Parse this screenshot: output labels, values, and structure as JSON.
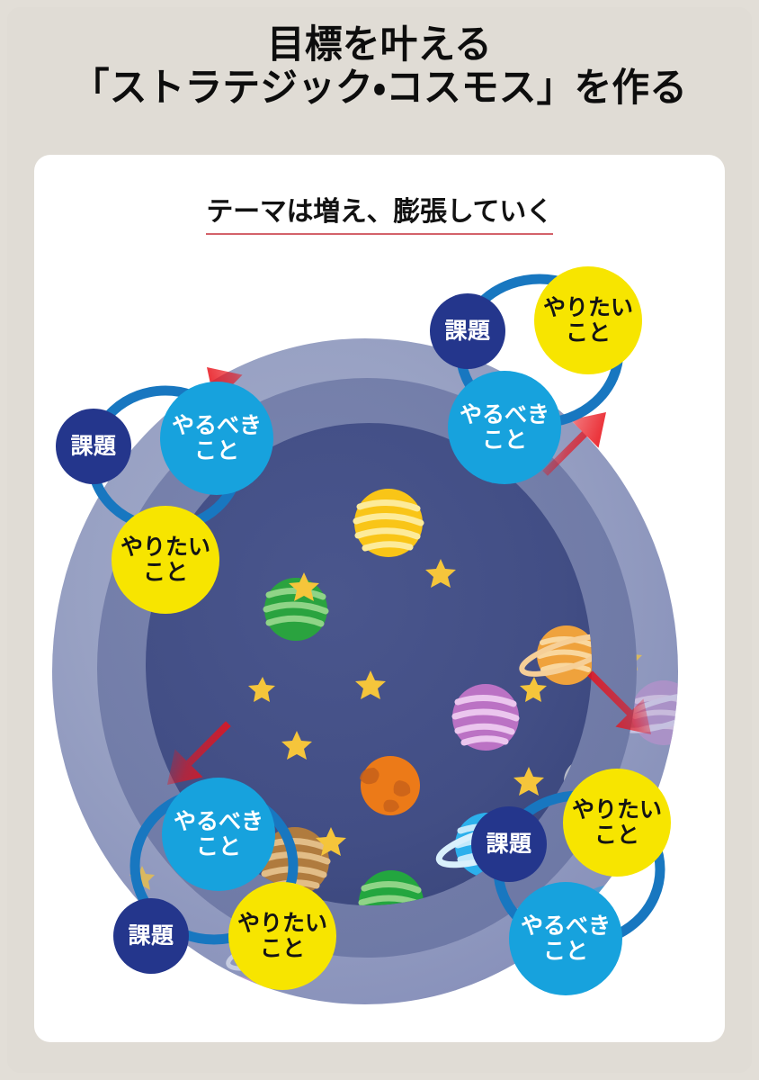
{
  "page": {
    "title_line1": "目標を叶える",
    "title_line2": "「ストラテジック・コスモス」を作る",
    "subtitle": "テーマは増え、膨張していく"
  },
  "labels": {
    "kadai": "課題",
    "yaritai_l1": "やりたい",
    "yaritai_l2": "こと",
    "yarubeki_l1": "やるべき",
    "yarubeki_l2": "こと"
  },
  "colors": {
    "frame": "#e0dcd5",
    "card": "#ffffff",
    "underline_red": "#d4626a",
    "cosmos_outer_ring": "#9aa3c5",
    "cosmos_mid_ring": "#7680ab",
    "cosmos_inner": "#434f85",
    "bubble_kadai": "#24368c",
    "bubble_yaritai": "#f7e500",
    "bubble_yarubeki": "#17a2dd",
    "ring_stroke": "#1877c0",
    "arrow_red": "#e8121a",
    "star": "#f6c game",
    "star_yellow": "#f5c53b"
  },
  "clusters": [
    {
      "id": "cluster-top-left",
      "position": "upper-left",
      "members": [
        "課題",
        "やるべきこと",
        "やりたいこと"
      ],
      "arrow_direction": "up-left"
    },
    {
      "id": "cluster-top-right",
      "position": "upper-right",
      "members": [
        "課題",
        "やりたいこと",
        "やるべきこと"
      ],
      "arrow_direction": "up-right"
    },
    {
      "id": "cluster-bottom-left",
      "position": "lower-left",
      "members": [
        "やるべきこと",
        "課題",
        "やりたいこと"
      ],
      "arrow_direction": "down-left"
    },
    {
      "id": "cluster-bottom-right",
      "position": "lower-right",
      "members": [
        "課題",
        "やりたいこと",
        "やるべきこと"
      ],
      "arrow_direction": "down-right"
    }
  ],
  "cosmos": {
    "description": "同心円状の宇宙。外側の淡いリングと内側の濃紺の円の中に惑星と星が散りばめられている",
    "inner_planets": [
      {
        "name": "yellow-striped-planet",
        "color": "#f7c battle"
      },
      {
        "name": "green-striped-planet",
        "color": "#2aa A"
      },
      {
        "name": "purple-striped-planet",
        "color": "#b munic"
      },
      {
        "name": "orange-mars-planet",
        "color": "#e8701a"
      },
      {
        "name": "brown-striped-planet",
        "color": "#b07b3e"
      },
      {
        "name": "blue-ringed-planet",
        "color": "#2ab0e8"
      },
      {
        "name": "green-striped-planet-2",
        "color": "#2aa a"
      },
      {
        "name": "gray-moon",
        "color": "#b8bcc8"
      },
      {
        "name": "orange-ringed-planet",
        "color": "#efa23c"
      },
      {
        "name": "blue-striped-planet",
        "color": "#2f9fd8"
      },
      {
        "name": "pink-striped-planet",
        "color": "#f2a0a6"
      },
      {
        "name": "violet-striped-planet",
        "color": "#c98fd0"
      }
    ]
  }
}
